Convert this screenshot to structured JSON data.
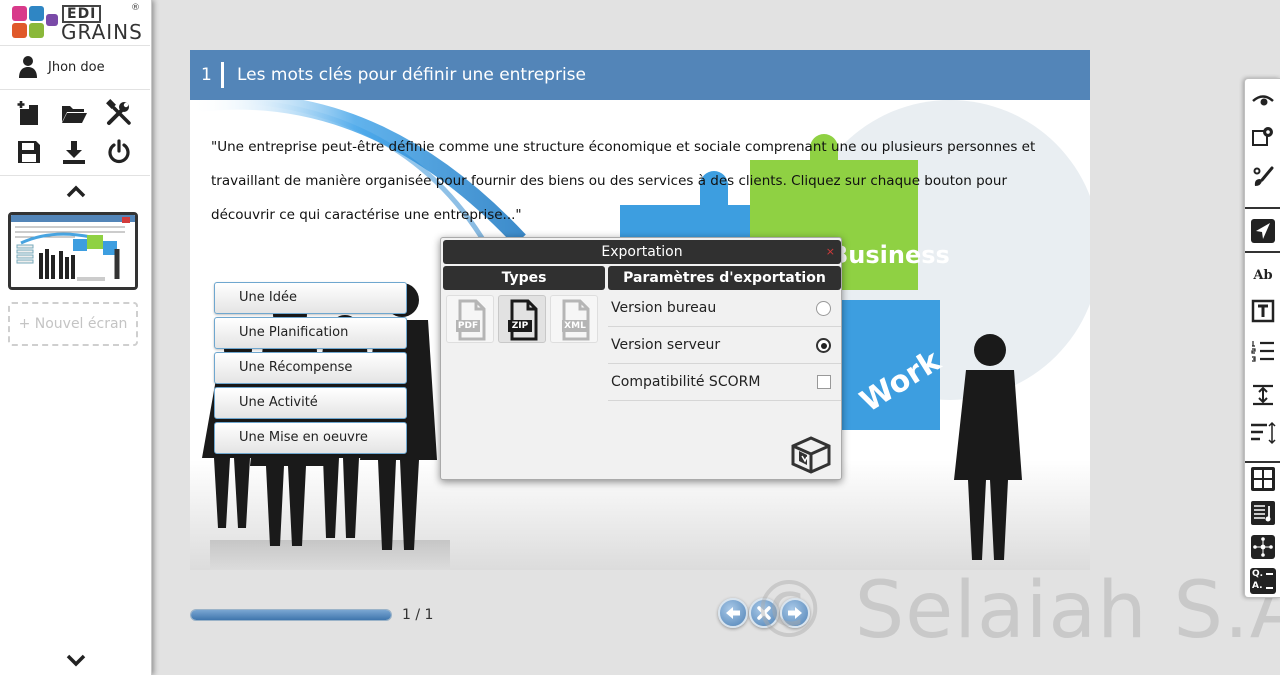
{
  "app": {
    "logo_edi": "EDI",
    "logo_grains": "GRAINS",
    "logo_registered": "®",
    "user_name": "Jhon doe",
    "colors": {
      "accent": "#5385b8",
      "dark": "#303030",
      "close": "#d23b3b"
    }
  },
  "sidebar": {
    "tools": [
      "add-page-icon",
      "folder-open-icon",
      "tools-icon",
      "save-icon",
      "download-icon",
      "power-icon"
    ],
    "new_screen_label": "+ Nouvel écran"
  },
  "slide": {
    "number": "1",
    "title": "Les mots clés pour définir une entreprise",
    "text": "\"Une entreprise peut-être définie comme une structure économique et sociale comprenant une ou plusieurs personnes et travaillant de manière organisée pour fournir des biens ou des services à des clients. Cliquez sur chaque bouton pour découvrir ce qui caractérise une entreprise...\"",
    "buttons": [
      "Une Idée",
      "Une Planification",
      "Une Récompense",
      "Une Activité",
      "Une Mise en oeuvre"
    ],
    "art_words": {
      "business": "Business",
      "work": "Work"
    }
  },
  "dialog": {
    "title": "Exportation",
    "close": "×",
    "types_header": "Types",
    "params_header": "Paramètres d'exportation",
    "types": [
      {
        "label": "PDF",
        "selected": false
      },
      {
        "label": "ZIP",
        "selected": true
      },
      {
        "label": "XML",
        "selected": false
      }
    ],
    "options": [
      {
        "label": "Version bureau",
        "control": "radio",
        "checked": false
      },
      {
        "label": "Version serveur",
        "control": "radio",
        "checked": true
      },
      {
        "label": "Compatibilité SCORM",
        "control": "checkbox",
        "checked": false
      }
    ]
  },
  "footer": {
    "progress": 1.0,
    "page_count": "1 / 1",
    "watermark": "© Selaiah S.A"
  },
  "right_toolbar": {
    "icons": [
      "eye-icon",
      "window-settings-icon",
      "brush-icon",
      "send-icon",
      "spellcheck-icon",
      "text-box-icon",
      "numbered-list-icon",
      "line-spacing-icon",
      "paragraph-spacing-icon",
      "grid-layout-icon",
      "media-icon",
      "network-icon",
      "qa-icon"
    ],
    "ab_label": "Ab",
    "qa_label": "Q. A."
  }
}
